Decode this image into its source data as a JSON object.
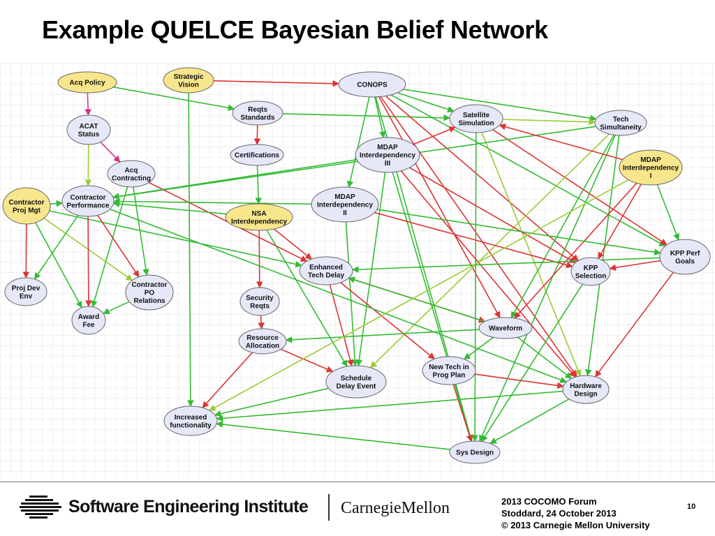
{
  "slide": {
    "title": "Example QUELCE Bayesian Belief Network"
  },
  "colors": {
    "drivers": "#f8e68c",
    "nodes": "#e6e8f8",
    "positive_link": "#33bb33",
    "negative_link": "#dd3333",
    "background": "#ffffff"
  },
  "network": {
    "nodes": [
      {
        "id": "acq_policy",
        "lines": [
          "Acq Policy"
        ],
        "driver": true
      },
      {
        "id": "strategic_vision",
        "lines": [
          "Strategic",
          "Vision"
        ],
        "driver": true
      },
      {
        "id": "conops",
        "lines": [
          "CONOPS"
        ],
        "driver": false
      },
      {
        "id": "reqts_standards",
        "lines": [
          "Reqts",
          "Standards"
        ],
        "driver": false
      },
      {
        "id": "satellite_simulation",
        "lines": [
          "Satellite",
          "Simulation"
        ],
        "driver": false
      },
      {
        "id": "tech_simultaneity",
        "lines": [
          "Tech",
          "Simultaneity"
        ],
        "driver": false
      },
      {
        "id": "acat_status",
        "lines": [
          "ACAT",
          "Status"
        ],
        "driver": false
      },
      {
        "id": "certifications",
        "lines": [
          "Certifications"
        ],
        "driver": false
      },
      {
        "id": "mdap_iii",
        "lines": [
          "MDAP",
          "Interdependency",
          "III"
        ],
        "driver": false
      },
      {
        "id": "mdap_i",
        "lines": [
          "MDAP",
          "Interdependency",
          "I"
        ],
        "driver": true
      },
      {
        "id": "acq_contracting",
        "lines": [
          "Acq",
          "Contracting"
        ],
        "driver": false
      },
      {
        "id": "contractor_proj_mgt",
        "lines": [
          "Contractor",
          "Proj Mgt"
        ],
        "driver": true
      },
      {
        "id": "contractor_performance",
        "lines": [
          "Contractor",
          "Performance"
        ],
        "driver": false
      },
      {
        "id": "mdap_ii",
        "lines": [
          "MDAP",
          "Interdependency",
          "II"
        ],
        "driver": false
      },
      {
        "id": "nsa_interdependency",
        "lines": [
          "NSA",
          "Interdependency"
        ],
        "driver": true
      },
      {
        "id": "kpp_perf_goals",
        "lines": [
          "KPP Perf",
          "Goals"
        ],
        "driver": false
      },
      {
        "id": "enhanced_tech_delay",
        "lines": [
          "Enhanced",
          "Tech Delay"
        ],
        "driver": false
      },
      {
        "id": "kpp_selection",
        "lines": [
          "KPP",
          "Selection"
        ],
        "driver": false
      },
      {
        "id": "proj_dev_env",
        "lines": [
          "Proj Dev",
          "Env"
        ],
        "driver": false
      },
      {
        "id": "contractor_po_relations",
        "lines": [
          "Contractor",
          "PO",
          "Relations"
        ],
        "driver": false
      },
      {
        "id": "security_reqts",
        "lines": [
          "Security",
          "Reqts"
        ],
        "driver": false
      },
      {
        "id": "award_fee",
        "lines": [
          "Award",
          "Fee"
        ],
        "driver": false
      },
      {
        "id": "waveform",
        "lines": [
          "Waveform"
        ],
        "driver": false
      },
      {
        "id": "resource_allocation",
        "lines": [
          "Resource",
          "Allocation"
        ],
        "driver": false
      },
      {
        "id": "new_tech_in_prog_plan",
        "lines": [
          "New Tech in",
          "Prog Plan"
        ],
        "driver": false
      },
      {
        "id": "schedule_delay_event",
        "lines": [
          "Schedule",
          "Delay Event"
        ],
        "driver": false
      },
      {
        "id": "hardware_design",
        "lines": [
          "Hardware",
          "Design"
        ],
        "driver": false
      },
      {
        "id": "increased_functionality",
        "lines": [
          "Increased",
          "functionality"
        ],
        "driver": false
      },
      {
        "id": "sys_design",
        "lines": [
          "Sys Design"
        ],
        "driver": false
      }
    ],
    "links": [
      {
        "from": "acq_policy",
        "to": "acat_status",
        "kind": "pink"
      },
      {
        "from": "acat_status",
        "to": "acq_contracting",
        "kind": "pink"
      },
      {
        "from": "acat_status",
        "to": "contractor_performance",
        "kind": "lime"
      },
      {
        "from": "acq_policy",
        "to": "reqts_standards",
        "kind": "green"
      },
      {
        "from": "strategic_vision",
        "to": "conops",
        "kind": "red"
      },
      {
        "from": "strategic_vision",
        "to": "increased_functionality",
        "kind": "green"
      },
      {
        "from": "reqts_standards",
        "to": "certifications",
        "kind": "red"
      },
      {
        "from": "reqts_standards",
        "to": "satellite_simulation",
        "kind": "green"
      },
      {
        "from": "conops",
        "to": "satellite_simulation",
        "kind": "green"
      },
      {
        "from": "conops",
        "to": "tech_simultaneity",
        "kind": "green"
      },
      {
        "from": "conops",
        "to": "mdap_iii",
        "kind": "green"
      },
      {
        "from": "conops",
        "to": "mdap_ii",
        "kind": "green"
      },
      {
        "from": "conops",
        "to": "kpp_perf_goals",
        "kind": "green"
      },
      {
        "from": "conops",
        "to": "kpp_selection",
        "kind": "red"
      },
      {
        "from": "conops",
        "to": "waveform",
        "kind": "red"
      },
      {
        "from": "conops",
        "to": "hardware_design",
        "kind": "red"
      },
      {
        "from": "conops",
        "to": "sys_design",
        "kind": "green"
      },
      {
        "from": "satellite_simulation",
        "to": "tech_simultaneity",
        "kind": "lime"
      },
      {
        "from": "satellite_simulation",
        "to": "sys_design",
        "kind": "green"
      },
      {
        "from": "satellite_simulation",
        "to": "kpp_perf_goals",
        "kind": "red"
      },
      {
        "from": "satellite_simulation",
        "to": "hardware_design",
        "kind": "lime"
      },
      {
        "from": "tech_simultaneity",
        "to": "sys_design",
        "kind": "green"
      },
      {
        "from": "tech_simultaneity",
        "to": "hardware_design",
        "kind": "green"
      },
      {
        "from": "tech_simultaneity",
        "to": "waveform",
        "kind": "green"
      },
      {
        "from": "tech_simultaneity",
        "to": "schedule_delay_event",
        "kind": "lime"
      },
      {
        "from": "tech_simultaneity",
        "to": "contractor_performance",
        "kind": "green"
      },
      {
        "from": "mdap_iii",
        "to": "satellite_simulation",
        "kind": "red"
      },
      {
        "from": "mdap_iii",
        "to": "schedule_delay_event",
        "kind": "green"
      },
      {
        "from": "mdap_iii",
        "to": "kpp_selection",
        "kind": "red"
      },
      {
        "from": "mdap_iii",
        "to": "hardware_design",
        "kind": "red"
      },
      {
        "from": "mdap_iii",
        "to": "sys_design",
        "kind": "green"
      },
      {
        "from": "mdap_i",
        "to": "kpp_perf_goals",
        "kind": "green"
      },
      {
        "from": "mdap_i",
        "to": "kpp_selection",
        "kind": "red"
      },
      {
        "from": "mdap_i",
        "to": "satellite_simulation",
        "kind": "red"
      },
      {
        "from": "mdap_i",
        "to": "waveform",
        "kind": "red"
      },
      {
        "from": "acq_contracting",
        "to": "contractor_po_relations",
        "kind": "green"
      },
      {
        "from": "acq_contracting",
        "to": "award_fee",
        "kind": "green"
      },
      {
        "from": "acq_contracting",
        "to": "enhanced_tech_delay",
        "kind": "red"
      },
      {
        "from": "contractor_proj_mgt",
        "to": "contractor_performance",
        "kind": "green"
      },
      {
        "from": "contractor_proj_mgt",
        "to": "proj_dev_env",
        "kind": "red"
      },
      {
        "from": "contractor_proj_mgt",
        "to": "award_fee",
        "kind": "green"
      },
      {
        "from": "contractor_proj_mgt",
        "to": "contractor_po_relations",
        "kind": "lime"
      },
      {
        "from": "contractor_proj_mgt",
        "to": "enhanced_tech_delay",
        "kind": "green"
      },
      {
        "from": "contractor_performance",
        "to": "proj_dev_env",
        "kind": "green"
      },
      {
        "from": "contractor_performance",
        "to": "award_fee",
        "kind": "red"
      },
      {
        "from": "contractor_performance",
        "to": "contractor_po_relations",
        "kind": "red"
      },
      {
        "from": "mdap_ii",
        "to": "contractor_performance",
        "kind": "green"
      },
      {
        "from": "mdap_ii",
        "to": "kpp_perf_goals",
        "kind": "green"
      },
      {
        "from": "mdap_ii",
        "to": "kpp_selection",
        "kind": "red"
      },
      {
        "from": "mdap_ii",
        "to": "schedule_delay_event",
        "kind": "green"
      },
      {
        "from": "mdap_iii",
        "to": "contractor_performance",
        "kind": "green"
      },
      {
        "from": "certifications",
        "to": "nsa_interdependency",
        "kind": "green"
      },
      {
        "from": "nsa_interdependency",
        "to": "security_reqts",
        "kind": "red"
      },
      {
        "from": "nsa_interdependency",
        "to": "enhanced_tech_delay",
        "kind": "red"
      },
      {
        "from": "nsa_interdependency",
        "to": "contractor_performance",
        "kind": "green"
      },
      {
        "from": "nsa_interdependency",
        "to": "schedule_delay_event",
        "kind": "green"
      },
      {
        "from": "security_reqts",
        "to": "resource_allocation",
        "kind": "red"
      },
      {
        "from": "resource_allocation",
        "to": "schedule_delay_event",
        "kind": "red"
      },
      {
        "from": "resource_allocation",
        "to": "increased_functionality",
        "kind": "red"
      },
      {
        "from": "enhanced_tech_delay",
        "to": "schedule_delay_event",
        "kind": "red"
      },
      {
        "from": "enhanced_tech_delay",
        "to": "waveform",
        "kind": "red"
      },
      {
        "from": "enhanced_tech_delay",
        "to": "new_tech_in_prog_plan",
        "kind": "red"
      },
      {
        "from": "kpp_perf_goals",
        "to": "enhanced_tech_delay",
        "kind": "green"
      },
      {
        "from": "kpp_perf_goals",
        "to": "kpp_selection",
        "kind": "red"
      },
      {
        "from": "kpp_perf_goals",
        "to": "hardware_design",
        "kind": "red"
      },
      {
        "from": "kpp_selection",
        "to": "sys_design",
        "kind": "green"
      },
      {
        "from": "waveform",
        "to": "resource_allocation",
        "kind": "green"
      },
      {
        "from": "waveform",
        "to": "new_tech_in_prog_plan",
        "kind": "green"
      },
      {
        "from": "waveform",
        "to": "hardware_design",
        "kind": "green"
      },
      {
        "from": "waveform",
        "to": "enhanced_tech_delay",
        "kind": "green"
      },
      {
        "from": "new_tech_in_prog_plan",
        "to": "hardware_design",
        "kind": "red"
      },
      {
        "from": "new_tech_in_prog_plan",
        "to": "sys_design",
        "kind": "red"
      },
      {
        "from": "hardware_design",
        "to": "increased_functionality",
        "kind": "green"
      },
      {
        "from": "hardware_design",
        "to": "sys_design",
        "kind": "green"
      },
      {
        "from": "schedule_delay_event",
        "to": "increased_functionality",
        "kind": "green"
      },
      {
        "from": "sys_design",
        "to": "increased_functionality",
        "kind": "green"
      },
      {
        "from": "contractor_po_relations",
        "to": "award_fee",
        "kind": "green"
      },
      {
        "from": "contractor_performance",
        "to": "hardware_design",
        "kind": "green"
      },
      {
        "from": "mdap_i",
        "to": "increased_functionality",
        "kind": "lime"
      }
    ]
  },
  "footer": {
    "sei": "Software Engineering Institute",
    "cmu": "CarnegieMellon",
    "event": "2013 COCOMO Forum",
    "author_date": "Stoddard, 24 October 2013",
    "copyright": "© 2013 Carnegie Mellon University",
    "page": "10"
  }
}
